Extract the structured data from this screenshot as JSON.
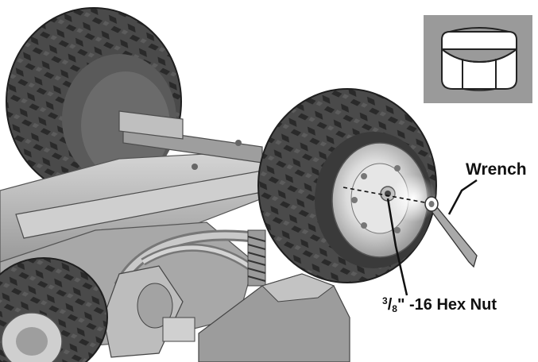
{
  "labels": {
    "wrench": "Wrench",
    "hex_nut_numerator": "3",
    "hex_nut_slash": "/",
    "hex_nut_denominator": "8",
    "hex_nut_suffix": "\" -16 Hex Nut"
  },
  "colors": {
    "tire": "#3d3d3d",
    "tire_tread": "#262626",
    "frame": "#bdbdbd",
    "frame_dark": "#8a8a8a",
    "hub": "#d9d9d9",
    "inset_bg": "#9a9a9a",
    "inset_nut": "#ffffff"
  },
  "icons": {
    "inset": "hex-nut-icon",
    "tool": "wrench-icon"
  }
}
